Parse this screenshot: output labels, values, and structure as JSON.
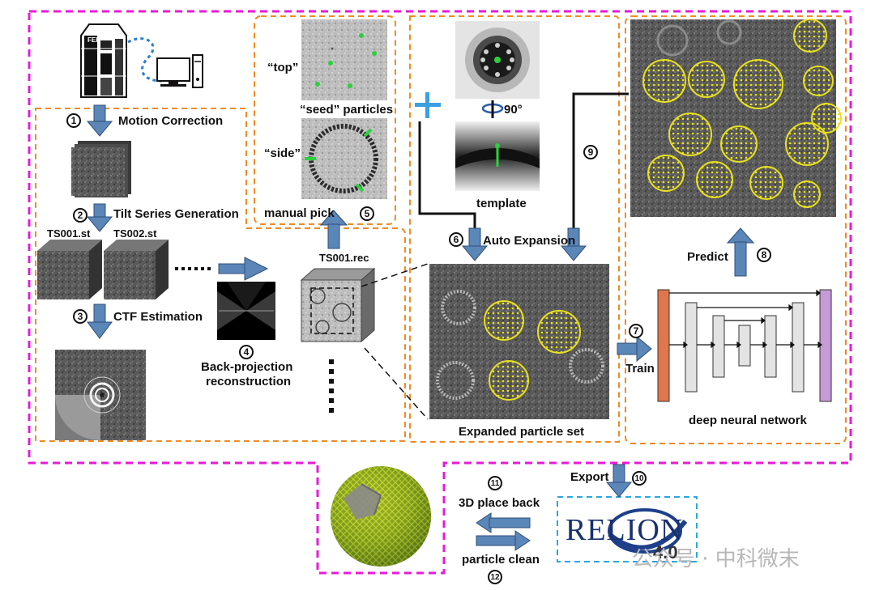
{
  "steps": {
    "s1": "1",
    "s2": "2",
    "s3": "3",
    "s4": "4",
    "s5": "5",
    "s6": "6",
    "s7": "7",
    "s8": "8",
    "s9": "9",
    "s10": "10",
    "s11": "11",
    "s12": "12"
  },
  "labels": {
    "motion_correction": "Motion Correction",
    "tilt_series_generation": "Tilt Series Generation",
    "ts001_st": "TS001.st",
    "ts002_st": "TS002.st",
    "ctf_estimation": "CTF Estimation",
    "back_projection_line1": "Back-projection",
    "back_projection_line2": "reconstruction",
    "ts001_rec": "TS001.rec",
    "manual_pick": "manual pick",
    "top": "“top”",
    "side": "“side”",
    "seed_particles": "“seed” particles",
    "rotate_90": "90°",
    "template": "template",
    "auto_expansion": "Auto Expansion",
    "expanded_particle_set": "Expanded particle set",
    "train": "Train",
    "predict": "Predict",
    "deep_neural_network": "deep neural network",
    "export": "Export",
    "place_back": "3D place back",
    "particle_clean": "particle clean",
    "fei": "FEI",
    "relion_word": "RELION",
    "relion_version": "4.0",
    "watermark": "公众号 · 中科微末"
  },
  "colors": {
    "magenta_border": "#e81ad8",
    "orange_border": "#f08a24",
    "blue_border": "#2aa7e0",
    "arrow_blue": "#5b86b8",
    "plus_blue": "#3aa0e0",
    "particle_yellow": "#e8e020",
    "unet_orange": "#e0764a",
    "unet_purple": "#c69ad6",
    "unet_gray": "#e3e3e3"
  }
}
